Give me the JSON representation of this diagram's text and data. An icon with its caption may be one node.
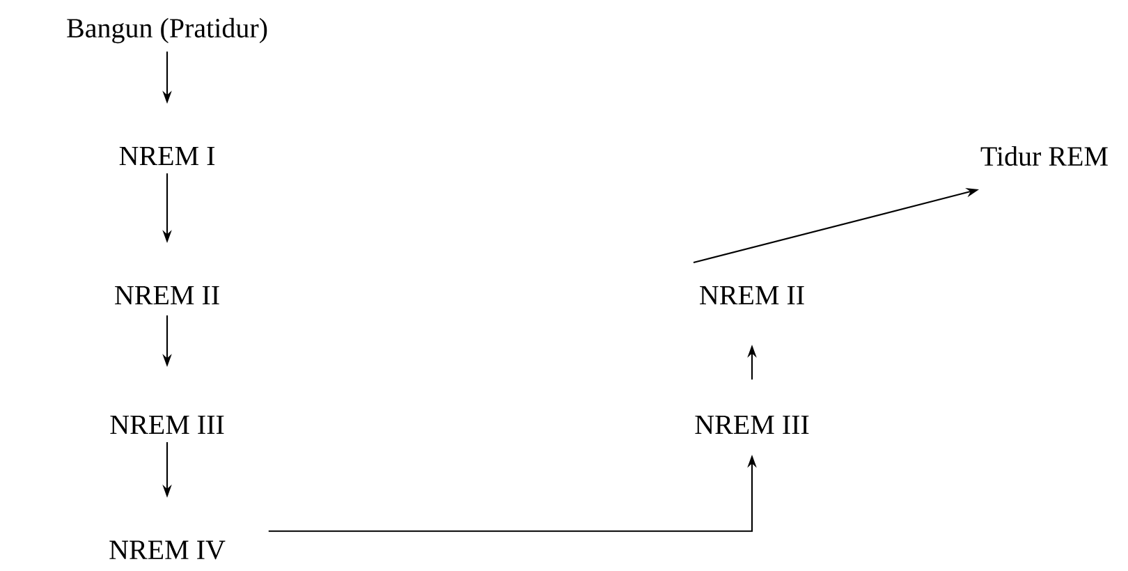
{
  "diagram": {
    "nodes": [
      {
        "text": [
          "Bangun (Pratidur)"
        ]
      },
      {
        "text": [
          "NREM I"
        ]
      },
      {
        "text": [
          "NREM II"
        ]
      },
      {
        "text": [
          "NREM III"
        ]
      },
      {
        "text": [
          "NREM IV"
        ]
      },
      {
        "text": [
          "NREM III"
        ]
      },
      {
        "text": [
          "NREM II"
        ]
      },
      {
        "text": [
          "Tidur REM"
        ]
      }
    ],
    "edges": [
      {
        "from": 0,
        "to": 1,
        "arrow": "to"
      },
      {
        "from": 1,
        "to": 2,
        "arrow": "to"
      },
      {
        "from": 2,
        "to": 3,
        "arrow": "to"
      },
      {
        "from": 3,
        "to": 4,
        "arrow": "to"
      },
      {
        "from": 4,
        "to": 5,
        "arrow": "to"
      },
      {
        "from": 5,
        "to": 6,
        "arrow": "to"
      },
      {
        "from": 6,
        "to": 7,
        "arrow": "to"
      }
    ]
  }
}
